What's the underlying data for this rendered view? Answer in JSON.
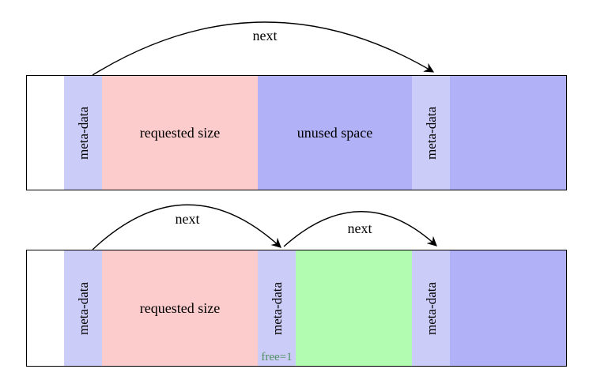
{
  "labels": {
    "next": "next",
    "meta_data": "meta-data",
    "requested_size": "requested size",
    "unused_space": "unused space",
    "free_flag": "free=1"
  },
  "palette": {
    "meta": "#ccccf8",
    "alloc": "#fccbcb",
    "unused": "#b1b1f7",
    "freeblk": "#b2fcb2",
    "freetext": "#4f8f5f",
    "border": "#000000"
  },
  "bars": [
    {
      "description": "allocated block before split",
      "segments": [
        {
          "type": "padding",
          "label": ""
        },
        {
          "type": "meta",
          "label": "meta-data"
        },
        {
          "type": "allocated",
          "label": "requested size"
        },
        {
          "type": "unused",
          "label": "unused space"
        },
        {
          "type": "meta",
          "label": "meta-data"
        },
        {
          "type": "unused",
          "label": ""
        }
      ],
      "pointers": [
        {
          "label": "next"
        }
      ]
    },
    {
      "description": "block after split with new free block",
      "segments": [
        {
          "type": "padding",
          "label": ""
        },
        {
          "type": "meta",
          "label": "meta-data"
        },
        {
          "type": "allocated",
          "label": "requested size"
        },
        {
          "type": "meta",
          "label": "meta-data",
          "flag": "free=1"
        },
        {
          "type": "free",
          "label": ""
        },
        {
          "type": "meta",
          "label": "meta-data"
        },
        {
          "type": "unused",
          "label": ""
        }
      ],
      "pointers": [
        {
          "label": "next"
        },
        {
          "label": "next"
        }
      ]
    }
  ]
}
